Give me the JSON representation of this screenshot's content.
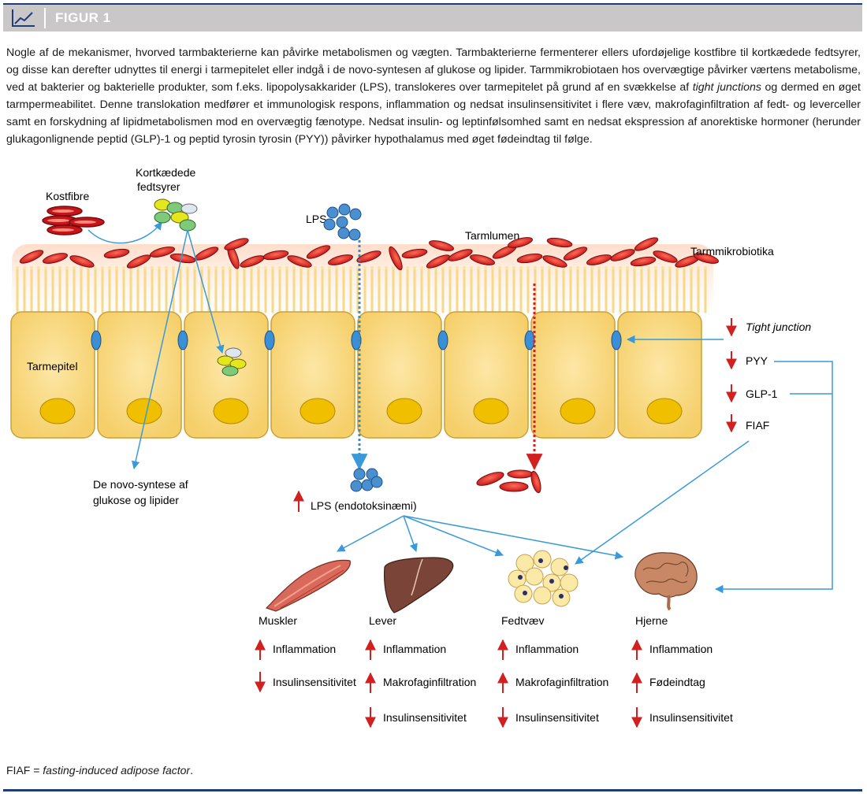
{
  "header": {
    "title": "FIGUR 1",
    "icon": "line-chart-icon"
  },
  "caption": {
    "part1": "Nogle af de mekanismer, hvorved tarmbakterierne kan påvirke metabolismen og vægten. Tarmbakterierne fermenterer ellers ufordøjelige kostfibre til kortkædede fedtsyrer, og disse kan derefter udnyttes til energi i tarmepitelet eller indgå i de novo-syntesen af glukose og lipider. Tarmmikrobiotaen hos overvægtige påvirker værtens metabolisme, ved at bakterier og bakterielle produkter, som f.eks. lipopolysakkarider (LPS), translokeres over tarmepitelet på grund af en svækkelse af ",
    "italic": "tight junctions",
    "part2": " og dermed en øget tarmpermeabilitet. Denne translokation medfører et immunologisk respons, inflammation og nedsat insulinsensitivitet i flere væv, makrofaginfiltration af fedt- og leverceller samt en forskydning af lipidmetabolismen mod en overvægtig fænotype. Nedsat insulin- og leptinfølsomhed samt en nedsat ekspression af anorektiske hormoner (herunder glukagonlignende peptid (GLP)-1 og peptid tyrosin tyrosin (PYY)) påvirker hypothalamus med øget fødeindtag til følge."
  },
  "diagram": {
    "kostfibre": "Kostfibre",
    "kortkaedede_line1": "Kortkædede",
    "kortkaedede_line2": "fedtsyrer",
    "lps": "LPS",
    "tarmlumen": "Tarmlumen",
    "tarmmikrobiotika": "Tarmmikrobiotika",
    "tarmepitel": "Tarmepitel",
    "denovo_line1": "De novo-syntese af",
    "denovo_line2": "glukose og lipider",
    "lps_endo": "LPS (endotoksinæmi)",
    "hormones": [
      "Tight junction",
      "PYY",
      "GLP-1",
      "FIAF"
    ],
    "organs": [
      {
        "name": "Muskler",
        "effects": [
          {
            "dir": "up",
            "text": "Inflammation"
          },
          {
            "dir": "down",
            "text": "Insulinsensitivitet"
          }
        ]
      },
      {
        "name": "Lever",
        "effects": [
          {
            "dir": "up",
            "text": "Inflammation"
          },
          {
            "dir": "up",
            "text": "Makrofaginfiltration"
          },
          {
            "dir": "down",
            "text": "Insulinsensitivitet"
          }
        ]
      },
      {
        "name": "Fedtvæv",
        "effects": [
          {
            "dir": "up",
            "text": "Inflammation"
          },
          {
            "dir": "up",
            "text": "Makrofaginfiltration"
          },
          {
            "dir": "down",
            "text": "Insulinsensitivitet"
          }
        ]
      },
      {
        "name": "Hjerne",
        "effects": [
          {
            "dir": "up",
            "text": "Inflammation"
          },
          {
            "dir": "up",
            "text": "Fødeindtag"
          },
          {
            "dir": "down",
            "text": "Insulinsensitivitet"
          }
        ]
      }
    ]
  },
  "footnote": {
    "prefix": "FIAF = ",
    "italic": "fasting-induced adipose factor",
    "suffix": "."
  }
}
